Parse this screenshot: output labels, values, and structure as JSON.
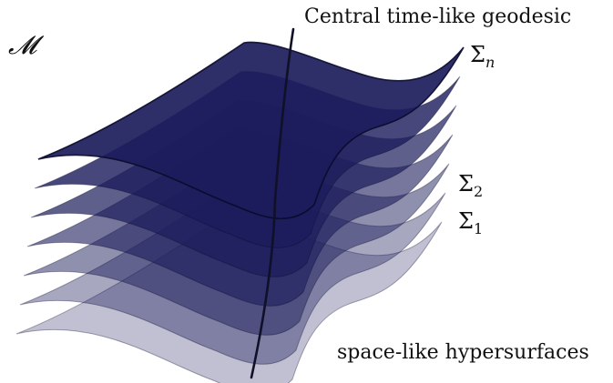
{
  "diagram": {
    "manifold_label": "𝓜",
    "geodesic_label": "Central time-like geodesic",
    "hypersurfaces_label": "space-like hypersurfaces",
    "sigma_symbol": "Σ",
    "sigma_labels": [
      {
        "subscript": "n"
      },
      {
        "subscript": "2"
      },
      {
        "subscript": "1"
      }
    ],
    "layer_count": 7,
    "colors": {
      "surface": "#1c1c5c",
      "surface_edge": "#0a0a2a",
      "geodesic": "#101028",
      "text": "#111111"
    }
  }
}
